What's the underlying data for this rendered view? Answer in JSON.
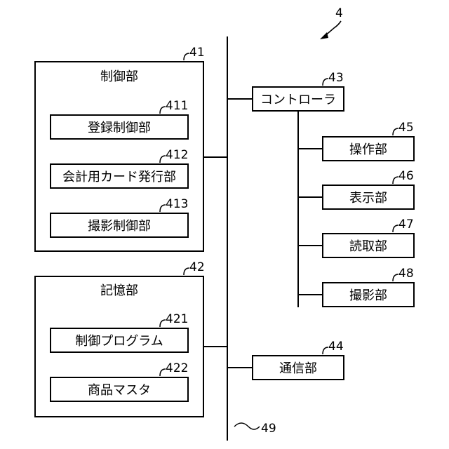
{
  "figure_ref": "4",
  "bus_ref": "49",
  "control_unit": {
    "ref": "41",
    "title": "制御部",
    "items": [
      {
        "ref": "411",
        "label": "登録制御部"
      },
      {
        "ref": "412",
        "label": "会計用カード発行部"
      },
      {
        "ref": "413",
        "label": "撮影制御部"
      }
    ]
  },
  "storage_unit": {
    "ref": "42",
    "title": "記憶部",
    "items": [
      {
        "ref": "421",
        "label": "制御プログラム"
      },
      {
        "ref": "422",
        "label": "商品マスタ"
      }
    ]
  },
  "controller": {
    "ref": "43",
    "label": "コントローラ"
  },
  "communication": {
    "ref": "44",
    "label": "通信部"
  },
  "peripherals": [
    {
      "ref": "45",
      "label": "操作部"
    },
    {
      "ref": "46",
      "label": "表示部"
    },
    {
      "ref": "47",
      "label": "読取部"
    },
    {
      "ref": "48",
      "label": "撮影部"
    }
  ]
}
